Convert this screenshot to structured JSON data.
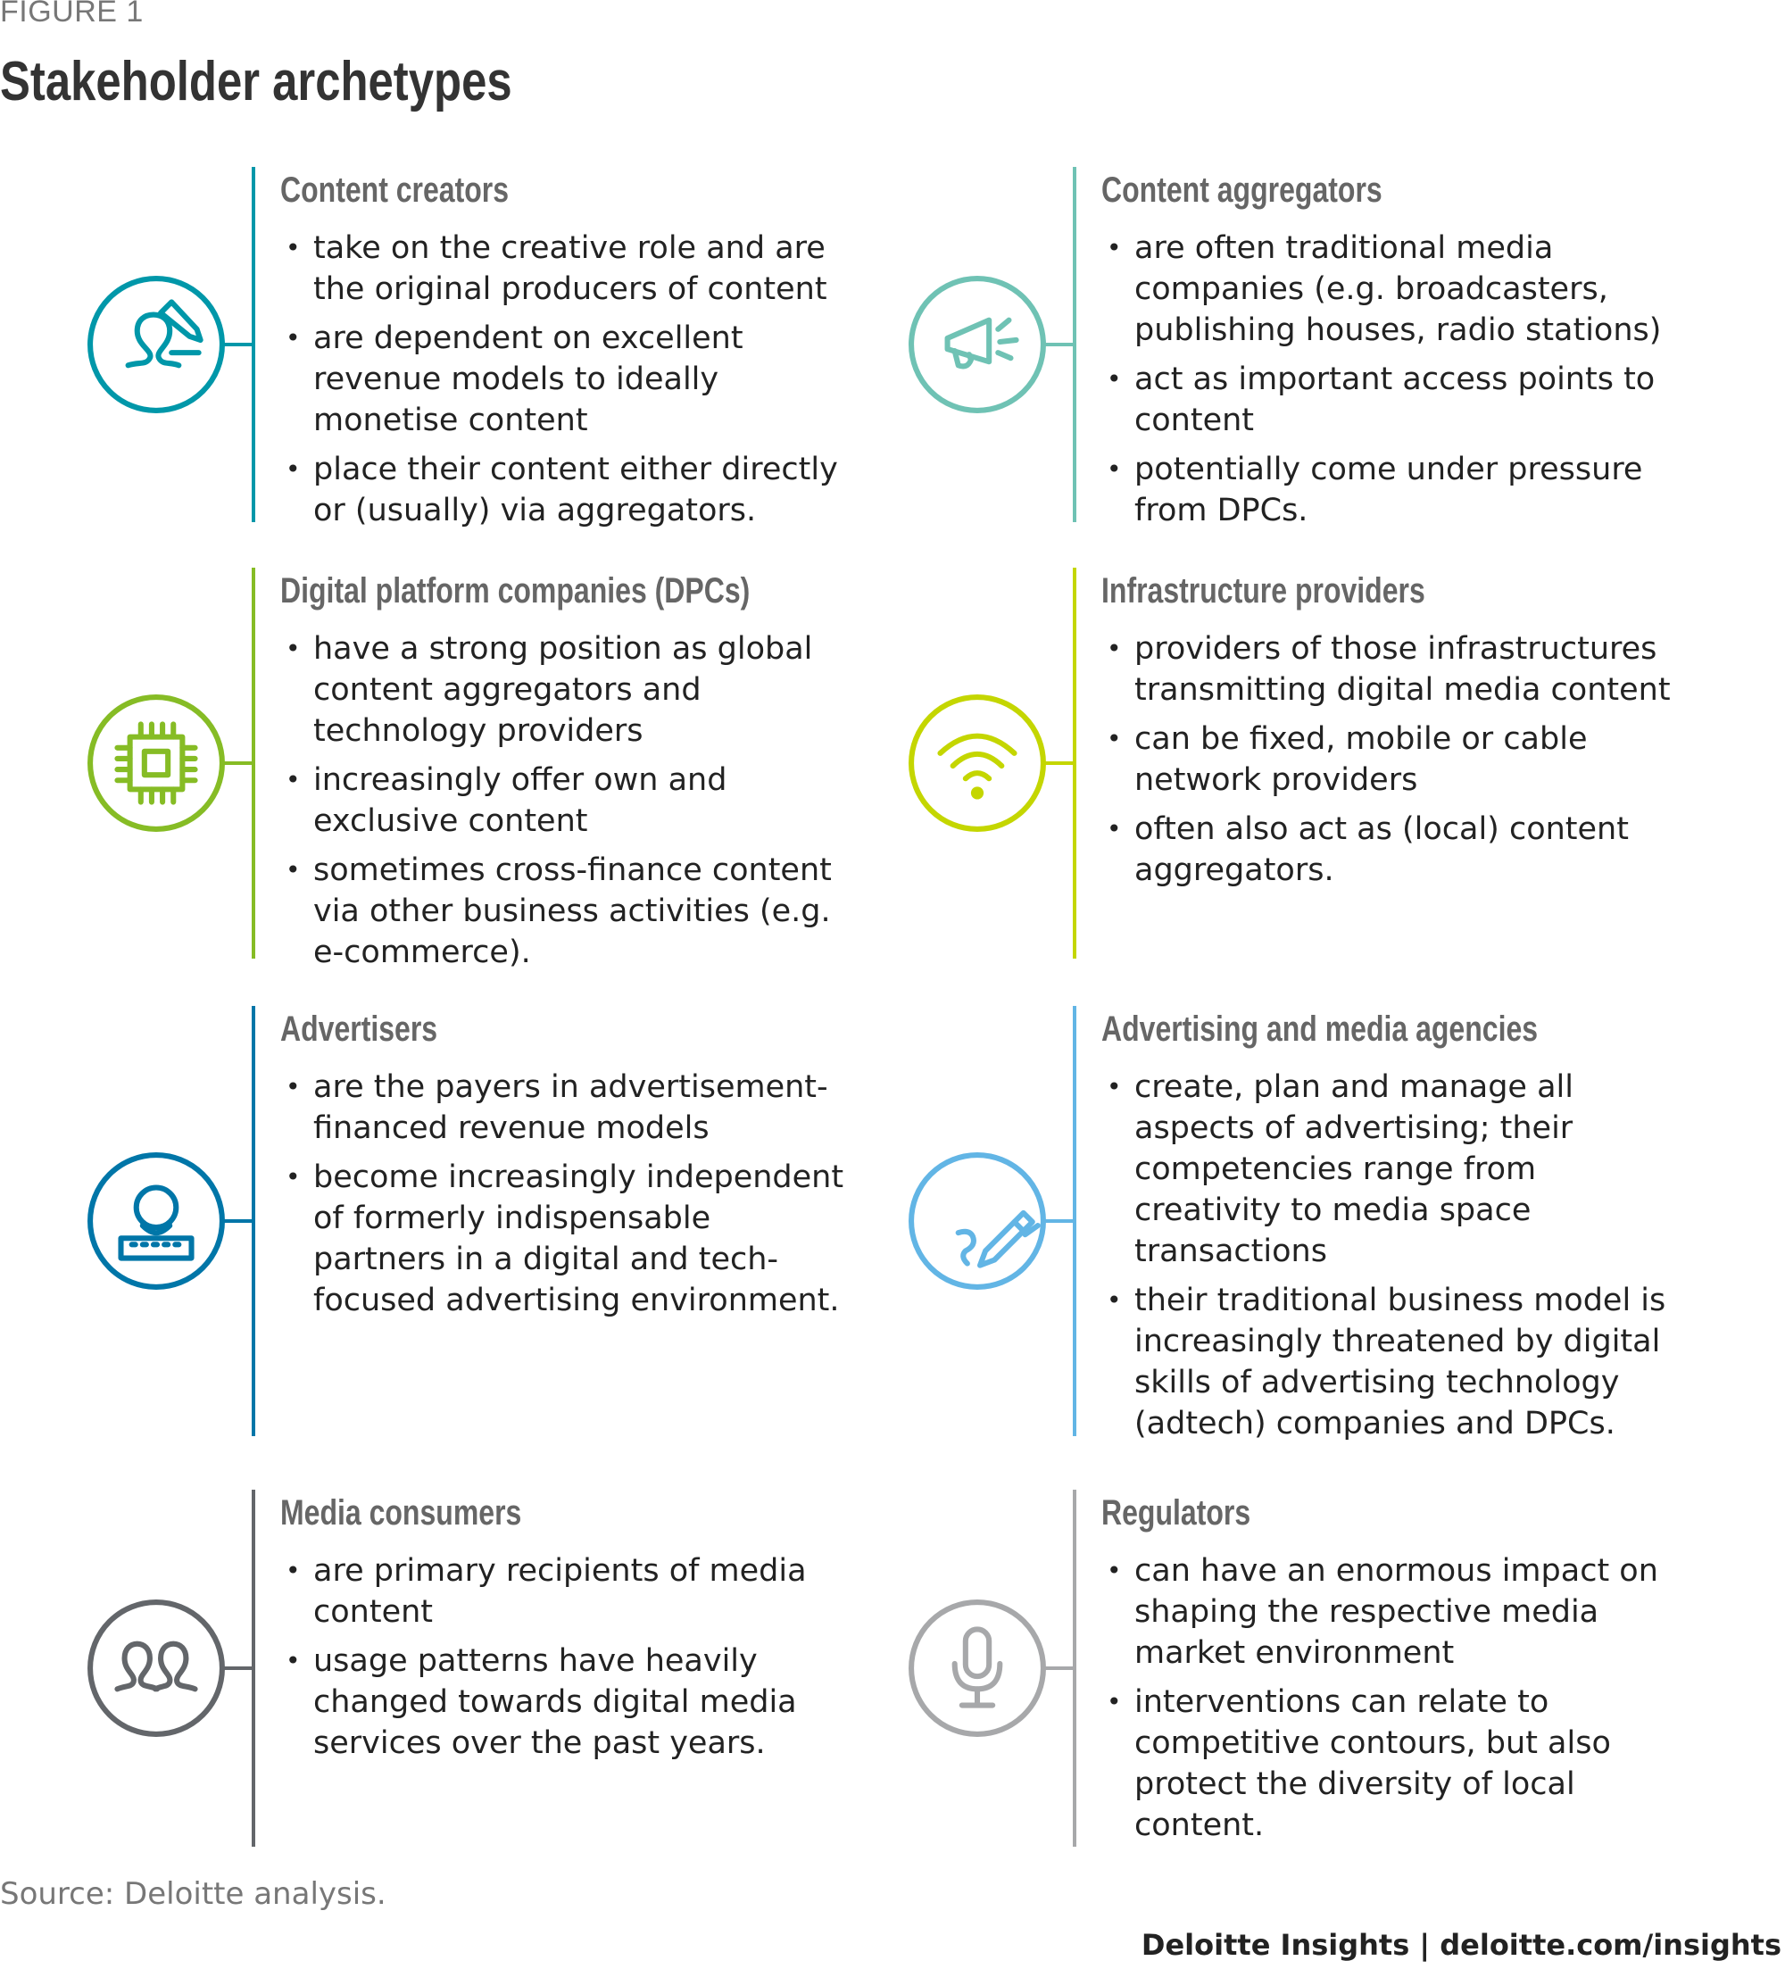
{
  "figure_label": "FIGURE 1",
  "title": "Stakeholder archetypes",
  "sections": [
    {
      "heading": "Content creators",
      "color": "#0097A9",
      "icon": "person-pencil-icon",
      "bullets": [
        "take on the creative role and are the original producers of content",
        "are dependent on excellent revenue models to ideally monetise content",
        "place their content either directly or (usually) via aggregators."
      ]
    },
    {
      "heading": "Content aggregators",
      "color": "#6FC2B4",
      "icon": "megaphone-icon",
      "bullets": [
        "are often traditional media companies (e.g. broadcasters, publishing houses, radio stations)",
        "act as important access points to content",
        "potentially come under pressure from DPCs."
      ]
    },
    {
      "heading": "Digital platform companies (DPCs)",
      "color": "#86BC25",
      "icon": "chip-icon",
      "bullets": [
        "have a strong position as global content aggregators and technology providers",
        "increasingly offer own and exclusive content",
        "sometimes cross-finance content via other business activities (e.g. e-commerce)."
      ]
    },
    {
      "heading": "Infrastructure providers",
      "color": "#C4D600",
      "icon": "wifi-icon",
      "bullets": [
        "providers of those infrastructures transmitting digital media content",
        "can be fixed, mobile or cable network providers",
        "often also act as (local) content aggregators."
      ]
    },
    {
      "heading": "Advertisers",
      "color": "#0076A8",
      "icon": "person-keyboard-icon",
      "bullets": [
        "are the payers in advertisement-financed revenue models",
        "become increasingly independent of formerly indispensable partners in a digital and tech-focused advertising environment."
      ]
    },
    {
      "heading": "Advertising and media agencies",
      "color": "#62B5E5",
      "icon": "pen-signature-icon",
      "bullets": [
        "create, plan and manage all aspects of advertising; their competencies range from creativity to media space transactions",
        "their traditional business model is increasingly threatened by digital skills of advertising technology (adtech) companies and DPCs."
      ]
    },
    {
      "heading": "Media consumers",
      "color": "#63666A",
      "icon": "people-icon",
      "bullets": [
        "are primary recipients of media content",
        "usage patterns have heavily changed towards digital media services over the past years."
      ]
    },
    {
      "heading": "Regulators",
      "color": "#A7A8AA",
      "icon": "microphone-icon",
      "bullets": [
        "can have an enormous impact on shaping the respective media market environment",
        "interventions can relate to competitive contours, but also protect the diversity of local content."
      ]
    }
  ],
  "source": "Source: Deloitte analysis.",
  "footer": "Deloitte Insights | deloitte.com/insights"
}
